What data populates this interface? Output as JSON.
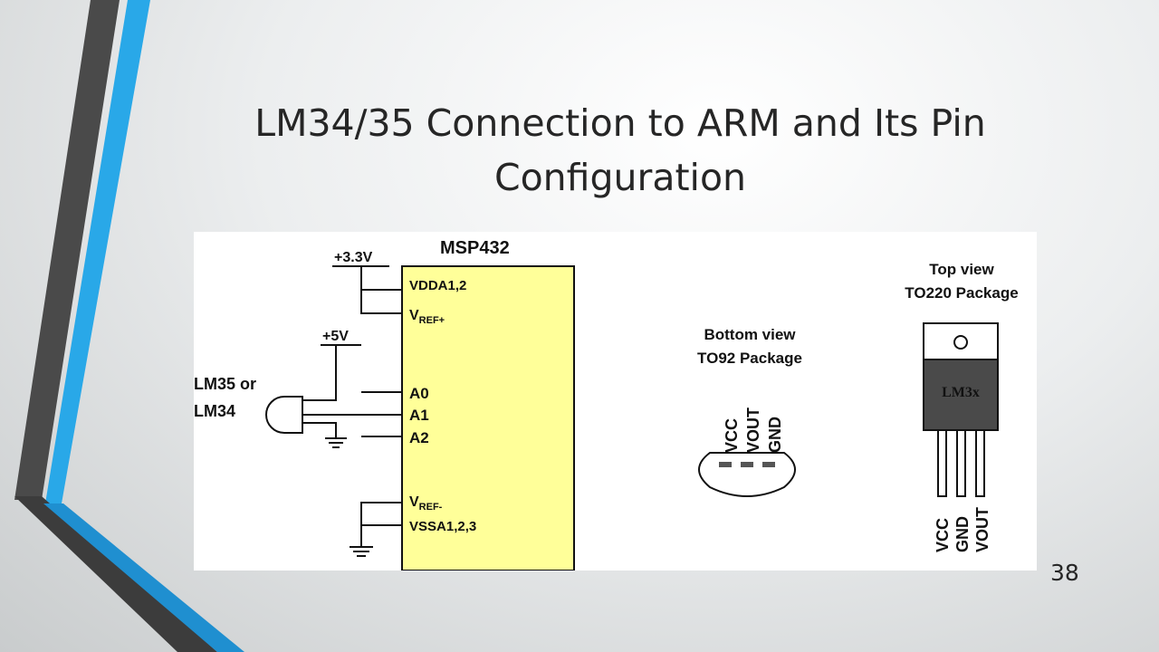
{
  "slide": {
    "title_line1": "LM34/35 Connection to ARM and Its Pin",
    "title_line2": "Configuration",
    "page_number": "38"
  },
  "diagram": {
    "mcu_name": "MSP432",
    "supply_33": "+3.3V",
    "supply_5": "+5V",
    "sensor_line1": "LM35 or",
    "sensor_line2": "LM34",
    "pins": {
      "vdda": "VDDA1,2",
      "vref_plus_main": "V",
      "vref_plus_sub": "REF+",
      "a0": "A0",
      "a1": "A1",
      "a2": "A2",
      "vref_minus_main": "V",
      "vref_minus_sub": "REF-",
      "vssa": "VSSA1,2,3"
    },
    "to92": {
      "caption_line1": "Bottom view",
      "caption_line2": "TO92 Package",
      "pin1": "VCC",
      "pin2": "VOUT",
      "pin3": "GND"
    },
    "to220": {
      "caption_line1": "Top view",
      "caption_line2": "TO220 Package",
      "chip_label": "LM3x",
      "pin1": "VCC",
      "pin2": "GND",
      "pin3": "VOUT"
    }
  },
  "colors": {
    "mcu_fill": "#ffff99",
    "accent_blue": "#29a8e8",
    "accent_dark": "#4a4a4a",
    "package_body": "#4a4a4a"
  }
}
